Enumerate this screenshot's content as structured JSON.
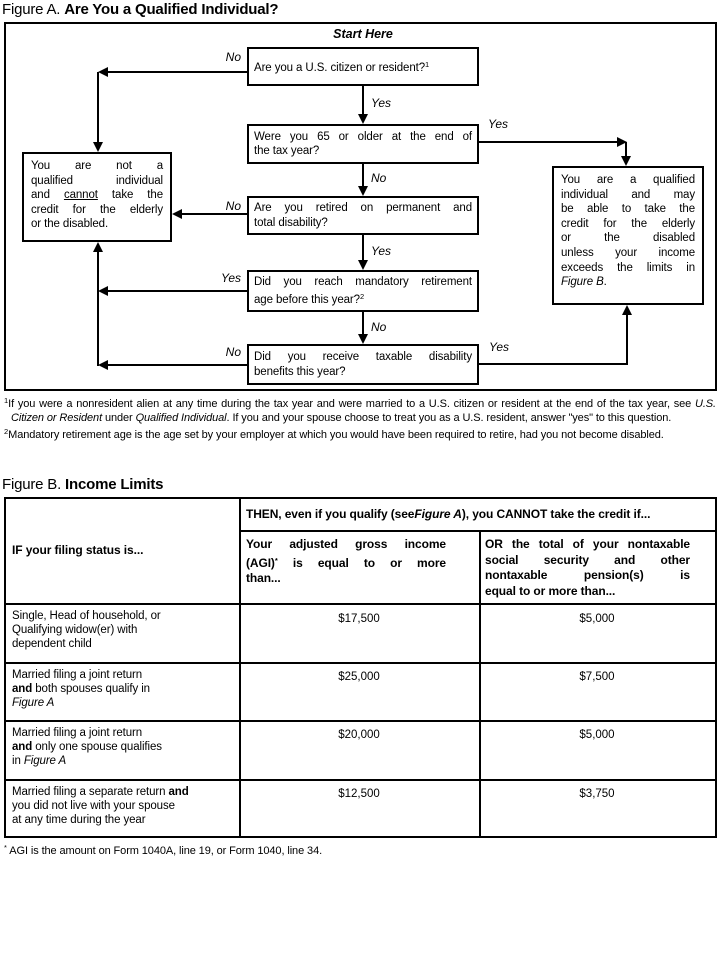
{
  "figure_a": {
    "title_prefix": "Figure A.",
    "title": "Are You a Qualified Individual?",
    "start_here": "Start Here",
    "labels": {
      "yes": "Yes",
      "no": "No"
    },
    "q_citizen": [
      {
        "t": "Are you a U.S. citizen or resident?"
      },
      {
        "t": "1",
        "f": "sup"
      }
    ],
    "q_age65": [
      {
        "line": [
          {
            "t": "Were you 65 or older at the end of"
          }
        ],
        "f": "j"
      },
      {
        "line": [
          {
            "t": "the tax year?"
          }
        ]
      }
    ],
    "q_retired_disability": [
      {
        "line": [
          {
            "t": "Are you retired on permanent and"
          }
        ],
        "f": "j"
      },
      {
        "line": [
          {
            "t": "total disability?"
          }
        ]
      }
    ],
    "q_mandatory_retirement": [
      {
        "line": [
          {
            "t": "Did you reach mandatory retirement"
          }
        ],
        "f": "j"
      },
      {
        "line": [
          {
            "t": "age before this year?"
          },
          {
            "t": "2",
            "f": "sup"
          }
        ]
      }
    ],
    "q_taxable_benefits": [
      {
        "line": [
          {
            "t": "Did you receive taxable disability"
          }
        ],
        "f": "j"
      },
      {
        "line": [
          {
            "t": "benefits this year?"
          }
        ]
      }
    ],
    "not_qualified": [
      {
        "line": [
          {
            "t": "You are not a"
          }
        ],
        "f": "j"
      },
      {
        "line": [
          {
            "t": "qualified individual"
          }
        ],
        "f": "j"
      },
      {
        "line": [
          {
            "t": "and "
          },
          {
            "t": "cannot",
            "f": "u"
          },
          {
            "t": " take the"
          }
        ],
        "f": "j"
      },
      {
        "line": [
          {
            "t": "credit for the elderly"
          }
        ],
        "f": "j"
      },
      {
        "line": [
          {
            "t": "or the disabled."
          }
        ]
      }
    ],
    "qualified": [
      {
        "line": [
          {
            "t": "You are a qualified"
          }
        ],
        "f": "j"
      },
      {
        "line": [
          {
            "t": "individual and may"
          }
        ],
        "f": "j"
      },
      {
        "line": [
          {
            "t": "be able to take the"
          }
        ],
        "f": "j"
      },
      {
        "line": [
          {
            "t": "credit for the elderly"
          }
        ],
        "f": "j"
      },
      {
        "line": [
          {
            "t": "or the disabled"
          }
        ],
        "f": "j"
      },
      {
        "line": [
          {
            "t": "unless your income"
          }
        ],
        "f": "j"
      },
      {
        "line": [
          {
            "t": "exceeds the limits in"
          }
        ],
        "f": "j"
      },
      {
        "line": [
          {
            "t": "Figure B",
            "f": "i"
          },
          {
            "t": "."
          }
        ]
      }
    ],
    "footnote_1": [
      {
        "t": "1",
        "f": "sup"
      },
      {
        "t": "If you were a nonresident alien at any time during the tax year and were married to a U.S. citizen or resident at the end of the tax year, see "
      },
      {
        "t": "U.S. Citizen or Resident",
        "f": "i"
      },
      {
        "t": " under "
      },
      {
        "t": "Qualified Individual",
        "f": "i"
      },
      {
        "t": ". If you and your spouse choose to treat you as a U.S. resident, answer \"yes\" to this question."
      }
    ],
    "footnote_2": [
      {
        "t": "2",
        "f": "sup"
      },
      {
        "t": "Mandatory retirement age is the age set by your employer at which you would have been required to retire, had you not become disabled."
      }
    ]
  },
  "figure_b": {
    "title_prefix": "Figure B.",
    "title": "Income Limits",
    "header_if": "IF your filing status is...",
    "header_then": [
      {
        "t": "THEN, even if you qualify (see "
      },
      {
        "t": "Figure A",
        "f": "i"
      },
      {
        "t": "), you CANNOT take the credit if..."
      }
    ],
    "header_agi": [
      {
        "line": [
          {
            "t": "Your adjusted gross income"
          }
        ],
        "f": "j"
      },
      {
        "line": [
          {
            "t": "(AGI)"
          },
          {
            "t": "*",
            "f": "sup"
          },
          {
            "t": " is equal to or more"
          }
        ],
        "f": "j"
      },
      {
        "line": [
          {
            "t": "than..."
          }
        ]
      }
    ],
    "header_nontaxable": [
      {
        "line": [
          {
            "t": "OR the total of your nontaxable"
          }
        ],
        "f": "j"
      },
      {
        "line": [
          {
            "t": "social security and other"
          }
        ],
        "f": "j"
      },
      {
        "line": [
          {
            "t": "nontaxable pension(s) is"
          }
        ],
        "f": "j"
      },
      {
        "line": [
          {
            "t": "equal to or more than..."
          }
        ]
      }
    ],
    "rows": [
      {
        "label": [
          {
            "line": [
              {
                "t": "Single, Head of household, or"
              }
            ]
          },
          {
            "line": [
              {
                "t": "Qualifying widow(er) with"
              }
            ]
          },
          {
            "line": [
              {
                "t": "dependent child"
              }
            ]
          }
        ],
        "agi": "$17,500",
        "nontaxable": "$5,000"
      },
      {
        "label": [
          {
            "line": [
              {
                "t": "Married filing a joint return"
              }
            ]
          },
          {
            "line": [
              {
                "t": "and",
                "f": "b"
              },
              {
                "t": " both spouses qualify in"
              }
            ]
          },
          {
            "line": [
              {
                "t": "Figure A",
                "f": "i"
              }
            ]
          }
        ],
        "agi": "$25,000",
        "nontaxable": "$7,500"
      },
      {
        "label": [
          {
            "line": [
              {
                "t": "Married filing a joint return"
              }
            ]
          },
          {
            "line": [
              {
                "t": "and",
                "f": "b"
              },
              {
                "t": " only one spouse qualifies"
              }
            ]
          },
          {
            "line": [
              {
                "t": "in "
              },
              {
                "t": "Figure A",
                "f": "i"
              }
            ]
          }
        ],
        "agi": "$20,000",
        "nontaxable": "$5,000"
      },
      {
        "label": [
          {
            "line": [
              {
                "t": "Married filing a separate return "
              },
              {
                "t": "and",
                "f": "b"
              }
            ]
          },
          {
            "line": [
              {
                "t": "you did not live with your spouse"
              }
            ]
          },
          {
            "line": [
              {
                "t": "at any time during the year"
              }
            ]
          }
        ],
        "agi": "$12,500",
        "nontaxable": "$3,750"
      }
    ],
    "footnote": [
      {
        "t": "*",
        "f": "sup"
      },
      {
        "t": " AGI is the amount on Form 1040A, line 19, or Form 1040, line 34."
      }
    ]
  }
}
